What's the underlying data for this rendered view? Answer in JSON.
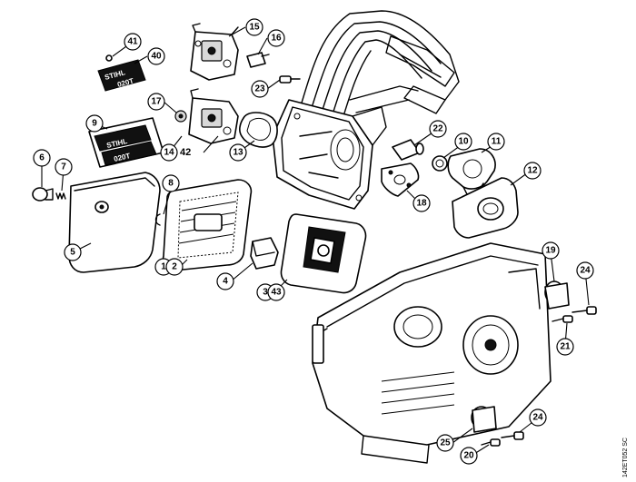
{
  "callouts": {
    "c1": {
      "label": "1"
    },
    "c2": {
      "label": "2"
    },
    "c3": {
      "label": "3"
    },
    "c4": {
      "label": "4"
    },
    "c5": {
      "label": "5"
    },
    "c6": {
      "label": "6"
    },
    "c7": {
      "label": "7"
    },
    "c8": {
      "label": "8"
    },
    "c9": {
      "label": "9"
    },
    "c10": {
      "label": "10"
    },
    "c11": {
      "label": "11"
    },
    "c12": {
      "label": "12"
    },
    "c13": {
      "label": "13"
    },
    "c14": {
      "label": "14"
    },
    "c15": {
      "label": "15"
    },
    "c16": {
      "label": "16"
    },
    "c17": {
      "label": "17"
    },
    "c18": {
      "label": "18"
    },
    "c19": {
      "label": "19"
    },
    "c20": {
      "label": "20"
    },
    "c21": {
      "label": "21"
    },
    "c22": {
      "label": "22"
    },
    "c23": {
      "label": "23"
    },
    "c24a": {
      "label": "24"
    },
    "c24b": {
      "label": "24"
    },
    "c25": {
      "label": "25"
    },
    "c40": {
      "label": "40"
    },
    "c41": {
      "label": "41"
    },
    "c42": {
      "label": "42"
    },
    "c43": {
      "label": "43"
    }
  },
  "decals": {
    "stihl": "STIHL",
    "model": "020T"
  },
  "drawing_reference": "142ET052 SC"
}
